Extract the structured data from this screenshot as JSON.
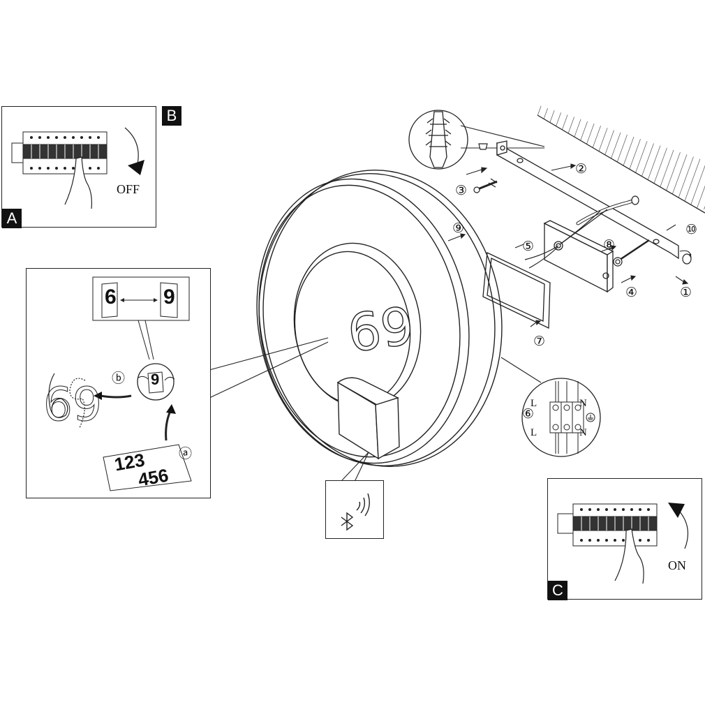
{
  "panels": {
    "panel_a": {
      "tag": "A"
    },
    "panel_b": {
      "tag": "B",
      "label": "OFF"
    },
    "panel_c": {
      "tag": "C",
      "label": "ON"
    },
    "number_panel": {
      "card_left": "6",
      "card_right": "9",
      "sticker_top": "123",
      "sticker_bottom": "456",
      "step_a": "ⓐ",
      "step_b": "ⓑ",
      "outline_digits": "69"
    }
  },
  "lamp": {
    "display_number": "69"
  },
  "steps": {
    "s1": "①",
    "s2": "②",
    "s3": "③",
    "s4": "④",
    "s5": "⑤",
    "s6": "⑥",
    "s7": "⑦",
    "s8": "⑧",
    "s9": "⑨",
    "s10": "⑩"
  },
  "terminal": {
    "l_top": "L",
    "n_top": "N",
    "l_bottom": "L",
    "n_bottom": "N"
  },
  "icons": [
    "bluetooth-icon",
    "wireless-signal-icon",
    "wall-plug-icon",
    "circuit-breaker-icon",
    "hand-icon",
    "ground-icon"
  ]
}
